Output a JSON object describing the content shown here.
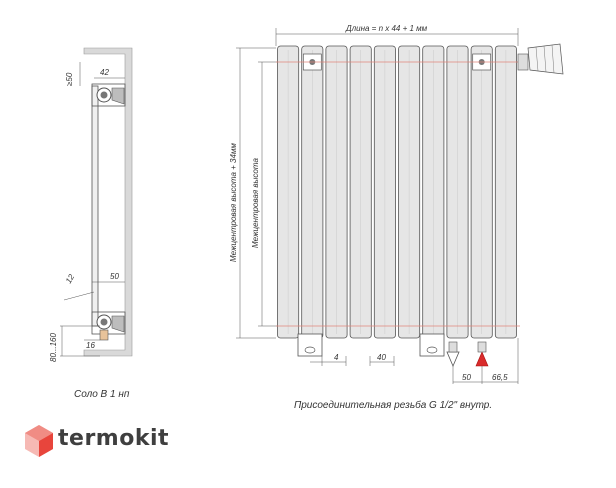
{
  "side_view": {
    "caption": "Соло В 1 нп",
    "dim_top_offset": "≥50",
    "dim_wall_distance": "42",
    "dim_bottom_wall": "50",
    "dim_angle": "12",
    "dim_floor": "80...160",
    "dim_pipe": "16"
  },
  "front_view": {
    "length_label": "Длина = n x 44 + 1 мм",
    "height_outer_label": "Межцентровая высота + 34мм",
    "height_inner_label": "Межцентровая высота",
    "dim_gap": "4",
    "dim_section": "40",
    "dim_outlet_50": "50",
    "dim_outlet_665": "66,5",
    "thread_note": "Присоединительная резьба G 1/2\" внутр.",
    "section_count": 10
  },
  "brand": {
    "name": "termokit",
    "accent_color": "#e8453c"
  },
  "colors": {
    "line": "#555555",
    "radiator_fill": "#e6e6e6",
    "wall": "#d9d9d9",
    "axis": "#e0857a",
    "valve_red": "#d92b2b"
  }
}
